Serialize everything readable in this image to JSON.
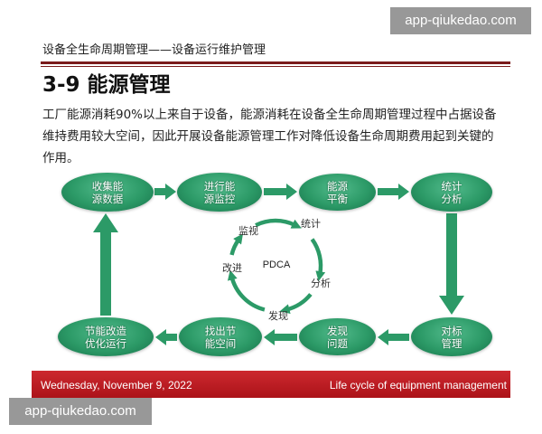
{
  "colors": {
    "accent_green": "#2c9a67",
    "accent_green_light": "#52bb8c",
    "accent_green_dark": "#17724a",
    "header_rule": "#7a1b1b",
    "footer_red": "#c8161d"
  },
  "watermarks": [
    "app-qiukedao.com",
    "app-qiukedao.com"
  ],
  "slide": {
    "section_header": "设备全生命周期管理——设备运行维护管理",
    "title": "3-9 能源管理",
    "body_lines": [
      "工厂能源消耗90%以上来自于设备，能源消耗在设备全生命周期管理过程中占据设备",
      "维持费用较大空间，因此开展设备能源管理工作对降低设备生命周期费用起到关键的",
      "作用。"
    ],
    "footer": {
      "date": "Wednesday, November 9, 2022",
      "tagline": "Life cycle of equipment management"
    }
  },
  "diagram": {
    "nodes": [
      {
        "lines": [
          "收集能",
          "源数据"
        ]
      },
      {
        "lines": [
          "进行能",
          "源监控"
        ]
      },
      {
        "lines": [
          "能源",
          "平衡"
        ]
      },
      {
        "lines": [
          "统计",
          "分析"
        ]
      },
      {
        "lines": [
          "对标",
          "管理"
        ]
      },
      {
        "lines": [
          "发现",
          "问题"
        ]
      },
      {
        "lines": [
          "找出节",
          "能空间"
        ]
      },
      {
        "lines": [
          "节能改造",
          "优化运行"
        ]
      }
    ],
    "edges": [
      [
        0,
        1
      ],
      [
        1,
        2
      ],
      [
        2,
        3
      ],
      [
        3,
        4
      ],
      [
        4,
        5
      ],
      [
        5,
        6
      ],
      [
        6,
        7
      ],
      [
        7,
        0
      ]
    ],
    "pdca": {
      "center": "PDCA",
      "steps": [
        "监视",
        "统计",
        "分析",
        "发现",
        "改进"
      ]
    }
  }
}
